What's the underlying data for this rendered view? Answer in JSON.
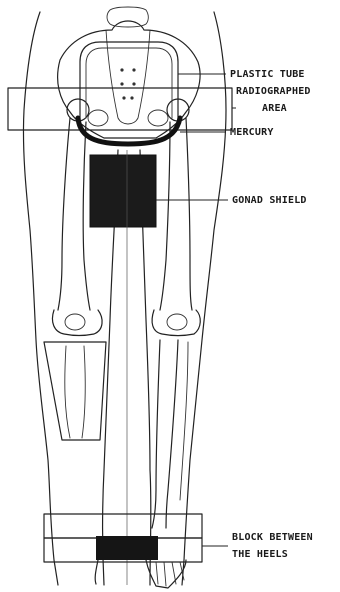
{
  "labels": {
    "plastic_tube": "PLASTIC TUBE",
    "radiographed_line1": "RADIOGRAPHED",
    "radiographed_line2": "AREA",
    "mercury": "MERCURY",
    "gonad_shield": "GONAD SHIELD",
    "block_line1": "BLOCK BETWEEN",
    "block_line2": "THE HEELS"
  },
  "colors": {
    "ink": "#222222",
    "shield": "#1b1b1b",
    "mercury": "#111111",
    "background": "#ffffff"
  }
}
